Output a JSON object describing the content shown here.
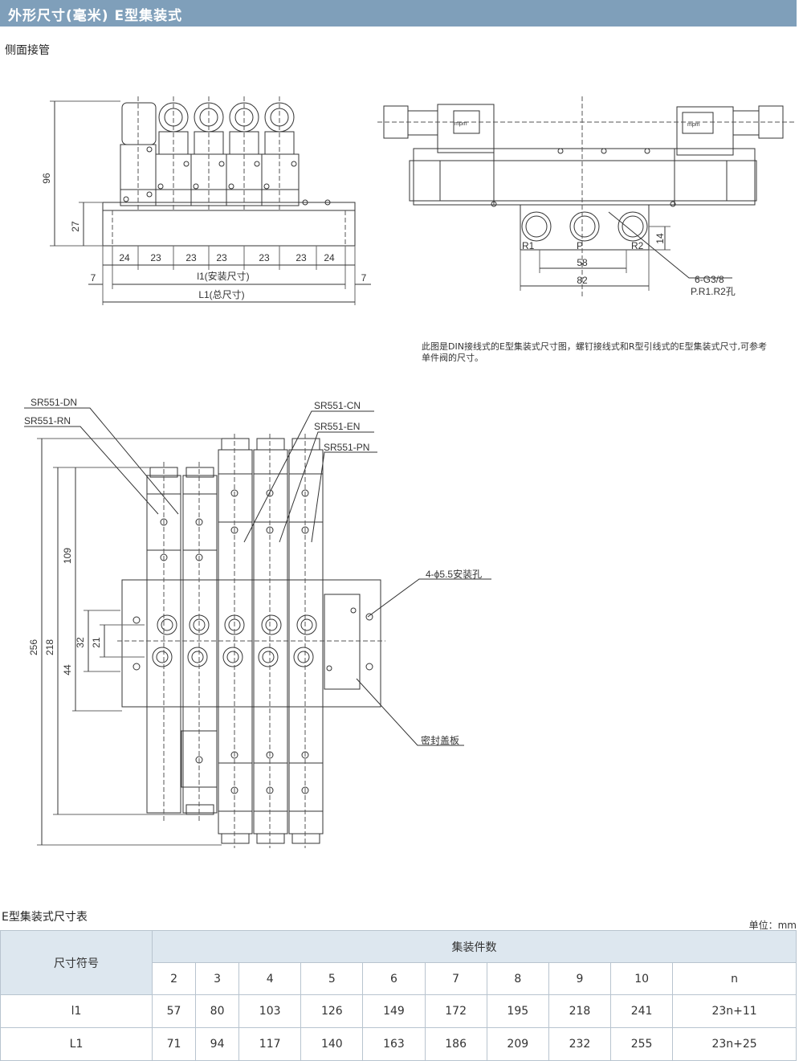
{
  "header": {
    "title": "外形尺寸(毫米)  E型集装式"
  },
  "side_view": {
    "label": "侧面接管",
    "dims": {
      "h96": "96",
      "h27": "27",
      "pitch": [
        "24",
        "23",
        "23",
        "23",
        "23",
        "23",
        "24"
      ],
      "edge_left": "7",
      "edge_right": "7",
      "l1_label": "l1(安装尺寸)",
      "L1_label": "L1(总尺寸)"
    }
  },
  "end_view": {
    "port_labels": [
      "R1",
      "P",
      "R2"
    ],
    "d14": "14",
    "d58": "58",
    "d82": "82",
    "callout_1": "6-G3/8",
    "callout_2": "P.R1.R2孔",
    "coil_mark": "mpm"
  },
  "note": "此图是DIN接线式的E型集装式尺寸图，螺钉接线式和R型引线式的E型集装式尺寸,可参考单件阀的尺寸。",
  "top_view": {
    "models": [
      "SR551-DN",
      "SR551-RN",
      "SR551-CN",
      "SR551-EN",
      "SR551-PN"
    ],
    "d256": "256",
    "d218": "218",
    "d109": "109",
    "d32": "32",
    "d21": "21",
    "d44": "44",
    "hole_label": "4-ϕ5.5安装孔",
    "cover_label": "密封盖板"
  },
  "table": {
    "caption": "E型集装式尺寸表",
    "unit": "单位：mm",
    "row_header": "尺寸符号",
    "group_header": "集装件数",
    "columns": [
      "2",
      "3",
      "4",
      "5",
      "6",
      "7",
      "8",
      "9",
      "10",
      "n"
    ],
    "rows": [
      {
        "symbol": "l1",
        "values": [
          "57",
          "80",
          "103",
          "126",
          "149",
          "172",
          "195",
          "218",
          "241",
          "23n+11"
        ]
      },
      {
        "symbol": "L1",
        "values": [
          "71",
          "94",
          "117",
          "140",
          "163",
          "186",
          "209",
          "232",
          "255",
          "23n+25"
        ]
      }
    ]
  }
}
